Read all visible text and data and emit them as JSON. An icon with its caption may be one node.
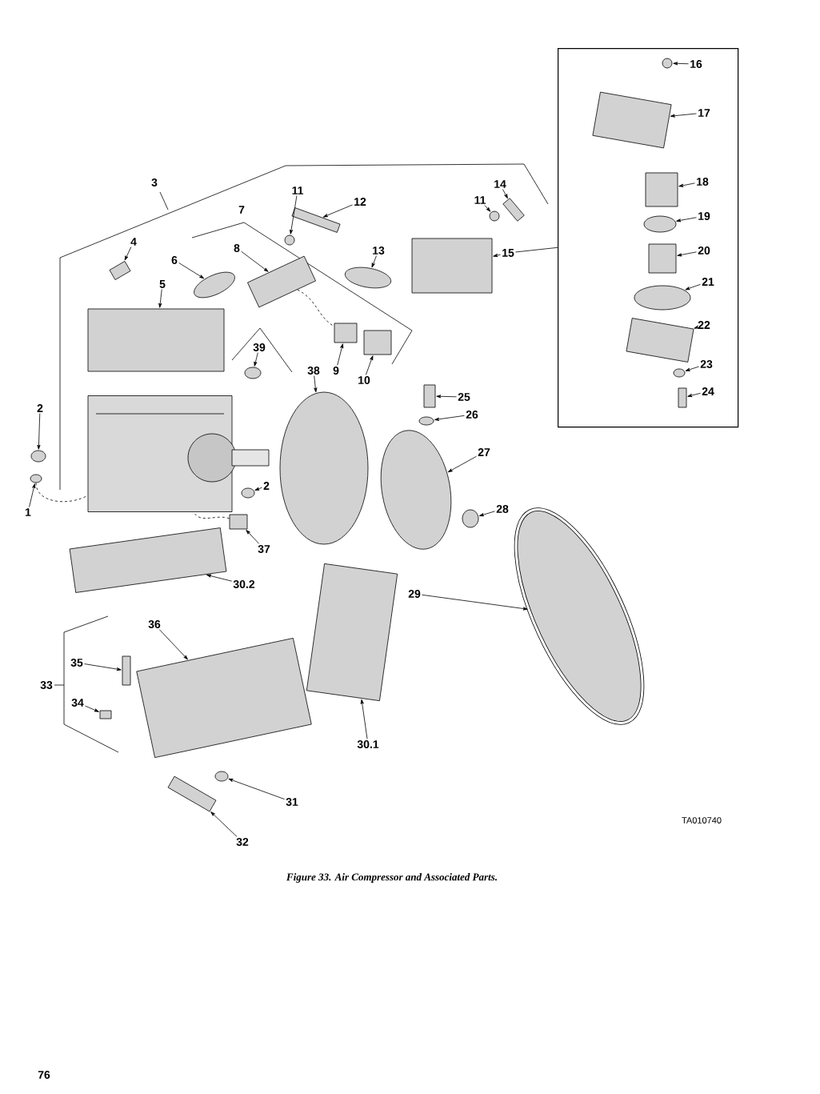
{
  "diagram": {
    "caption": "Figure 33. Air Compressor and Associated Parts.",
    "nodes": [
      {
        "text": [],
        "shape": "box"
      },
      {
        "text": [
          "16"
        ],
        "in": 0
      },
      {
        "text": [],
        "shape": "circle",
        "in": 0
      },
      {
        "text": [
          "17"
        ],
        "in": 0
      },
      {
        "text": [],
        "shape": "box",
        "in": 0
      },
      {
        "text": [
          "18"
        ],
        "in": 0
      },
      {
        "text": [],
        "shape": "box",
        "in": 0
      },
      {
        "text": [
          "19"
        ],
        "in": 0
      },
      {
        "text": [],
        "shape": "circle",
        "in": 0
      },
      {
        "text": [
          "20"
        ],
        "in": 0
      },
      {
        "text": [],
        "shape": "box",
        "in": 0
      },
      {
        "text": [
          "21"
        ],
        "in": 0
      },
      {
        "text": [],
        "shape": "circle",
        "in": 0
      },
      {
        "text": [
          "22"
        ],
        "in": 0
      },
      {
        "text": [],
        "shape": "box",
        "in": 0
      },
      {
        "text": [
          "23"
        ],
        "in": 0
      },
      {
        "text": [],
        "shape": "circle",
        "in": 0
      },
      {
        "text": [
          "24"
        ],
        "in": 0
      },
      {
        "text": [],
        "shape": "box",
        "in": 0
      },
      {
        "text": [
          "11"
        ]
      },
      {
        "text": [],
        "shape": "circle"
      },
      {
        "text": [
          "12"
        ]
      },
      {
        "text": [],
        "shape": "box"
      },
      {
        "text": [
          "14"
        ]
      },
      {
        "text": [],
        "shape": "box"
      },
      {
        "text": [
          "11"
        ]
      },
      {
        "text": [],
        "shape": "circle"
      },
      {
        "text": [
          "15"
        ]
      },
      {
        "text": [],
        "shape": "box"
      },
      {
        "text": [
          "4"
        ]
      },
      {
        "text": [],
        "shape": "box"
      },
      {
        "text": [
          "6"
        ]
      },
      {
        "text": [],
        "shape": "circle"
      },
      {
        "text": [
          "8"
        ]
      },
      {
        "text": [],
        "shape": "box"
      },
      {
        "text": [
          "13"
        ]
      },
      {
        "text": [],
        "shape": "circle"
      },
      {
        "text": [
          "5"
        ]
      },
      {
        "text": [],
        "shape": "box"
      },
      {
        "text": [
          "39"
        ]
      },
      {
        "text": [],
        "shape": "circle"
      },
      {
        "text": [
          "38"
        ]
      },
      {
        "text": [],
        "shape": "circle"
      },
      {
        "text": [
          "9"
        ]
      },
      {
        "text": [],
        "shape": "box"
      },
      {
        "text": [
          "10"
        ]
      },
      {
        "text": [],
        "shape": "box"
      },
      {
        "text": [
          "25"
        ]
      },
      {
        "text": [],
        "shape": "box"
      },
      {
        "text": [
          "26"
        ]
      },
      {
        "text": [],
        "shape": "circle"
      },
      {
        "text": [
          "2"
        ]
      },
      {
        "text": [],
        "shape": "circle"
      },
      {
        "text": [
          "1"
        ]
      },
      {
        "text": [],
        "shape": "circle"
      },
      {
        "text": [
          "27"
        ]
      },
      {
        "text": [],
        "shape": "circle"
      },
      {
        "text": [
          "2"
        ]
      },
      {
        "text": [],
        "shape": "circle"
      },
      {
        "text": [
          "28"
        ]
      },
      {
        "text": [],
        "shape": "circle"
      },
      {
        "text": [
          "37"
        ]
      },
      {
        "text": [],
        "shape": "box"
      },
      {
        "text": [
          "30.2"
        ]
      },
      {
        "text": [],
        "shape": "box"
      },
      {
        "text": [
          "29"
        ]
      },
      {
        "text": [],
        "shape": "circle"
      },
      {
        "text": [
          "36"
        ]
      },
      {
        "text": [],
        "shape": "box"
      },
      {
        "text": [
          "35"
        ]
      },
      {
        "text": [],
        "shape": "box"
      },
      {
        "text": [
          "34"
        ]
      },
      {
        "text": [],
        "shape": "box"
      },
      {
        "text": [
          "30.1"
        ]
      },
      {
        "text": [],
        "shape": "box"
      },
      {
        "text": [
          "31"
        ]
      },
      {
        "text": [],
        "shape": "circle"
      },
      {
        "text": [
          "32"
        ]
      },
      {
        "text": [],
        "shape": "box"
      },
      {
        "text": [],
        "shape": "picture"
      }
    ],
    "edges": [
      {
        "from": 1,
        "to": 2,
        "arrow": "to"
      },
      {
        "from": 3,
        "to": 4,
        "arrow": "to"
      },
      {
        "from": 5,
        "to": 6,
        "arrow": "to"
      },
      {
        "from": 7,
        "to": 8,
        "arrow": "to"
      },
      {
        "from": 9,
        "to": 10,
        "arrow": "to"
      },
      {
        "from": 11,
        "to": 12,
        "arrow": "to"
      },
      {
        "from": 13,
        "to": 14,
        "arrow": "to"
      },
      {
        "from": 15,
        "to": 16,
        "arrow": "to"
      },
      {
        "from": 17,
        "to": 18,
        "arrow": "to"
      },
      {
        "from": 19,
        "to": 20,
        "arrow": "to"
      },
      {
        "from": 21,
        "to": 22,
        "arrow": "to"
      },
      {
        "from": 23,
        "to": 24,
        "arrow": "to"
      },
      {
        "from": 25,
        "to": 26,
        "arrow": "to"
      },
      {
        "from": 27,
        "to": 28,
        "arrow": "to"
      },
      {
        "from": 29,
        "to": 30,
        "arrow": "to"
      },
      {
        "from": 31,
        "to": 32,
        "arrow": "to"
      },
      {
        "from": 33,
        "to": 34,
        "arrow": "to"
      },
      {
        "from": 35,
        "to": 36,
        "arrow": "to"
      },
      {
        "from": 37,
        "to": 38,
        "arrow": "to"
      },
      {
        "from": 39,
        "to": 40,
        "arrow": "to"
      },
      {
        "from": 41,
        "to": 42,
        "arrow": "to"
      },
      {
        "from": 43,
        "to": 44,
        "arrow": "to"
      },
      {
        "from": 45,
        "to": 46,
        "arrow": "to"
      },
      {
        "from": 47,
        "to": 48,
        "arrow": "to"
      },
      {
        "from": 49,
        "to": 50,
        "arrow": "to"
      },
      {
        "from": 51,
        "to": 52,
        "arrow": "to"
      },
      {
        "from": 53,
        "to": 54,
        "arrow": "to"
      },
      {
        "from": 55,
        "to": 56,
        "arrow": "to"
      },
      {
        "from": 57,
        "to": 58,
        "arrow": "to"
      },
      {
        "from": 59,
        "to": 60,
        "arrow": "to"
      },
      {
        "from": 61,
        "to": 62,
        "arrow": "to"
      },
      {
        "from": 63,
        "to": 64,
        "arrow": "to"
      },
      {
        "from": 65,
        "to": 66,
        "arrow": "to"
      },
      {
        "from": 67,
        "to": 68,
        "arrow": "to"
      },
      {
        "from": 69,
        "to": 70,
        "arrow": "to"
      },
      {
        "from": 71,
        "to": 72,
        "arrow": "to"
      },
      {
        "from": 73,
        "to": 74,
        "arrow": "to"
      },
      {
        "from": 75,
        "to": 76,
        "arrow": "to"
      },
      {
        "from": 77,
        "to": 78,
        "arrow": "to"
      },
      {
        "from": 27,
        "to": 0,
        "arrow": "none"
      },
      {
        "from": 54,
        "to": 79,
        "arrow": "none",
        "style": "dashed"
      },
      {
        "from": 62,
        "to": 79,
        "arrow": "none",
        "style": "dashed"
      },
      {
        "from": 34,
        "to": 44,
        "arrow": "none",
        "style": "dashed"
      }
    ],
    "labels": [
      "3",
      "7",
      "33",
      "TA010740",
      "76"
    ]
  }
}
